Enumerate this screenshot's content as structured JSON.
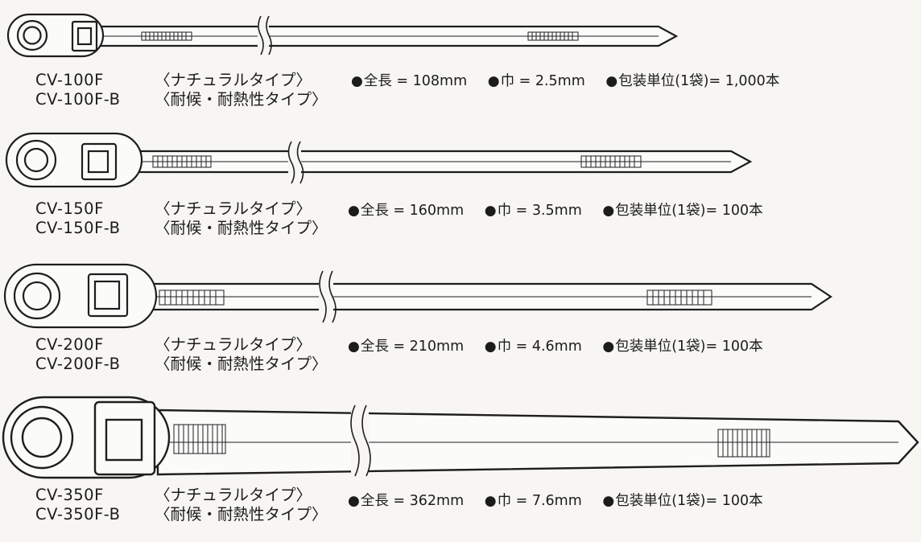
{
  "products": [
    {
      "model": "CV-100F",
      "type": "〈ナチュラルタイプ〉",
      "model_b": "CV-100F-B",
      "type_b": "〈耐候・耐熱性タイプ〉",
      "specs": [
        {
          "bullet": "●",
          "text": "全長 = 108mm"
        },
        {
          "bullet": "●",
          "text": "巾 = 2.5mm"
        },
        {
          "bullet": "●",
          "text": "包装単位(1袋)= 1,000本"
        }
      ]
    },
    {
      "model": "CV-150F",
      "type": "〈ナチュラルタイプ〉",
      "model_b": "CV-150F-B",
      "type_b": "〈耐候・耐熱性タイプ〉",
      "specs": [
        {
          "bullet": "●",
          "text": "全長 = 160mm"
        },
        {
          "bullet": "●",
          "text": "巾 = 3.5mm"
        },
        {
          "bullet": "●",
          "text": "包装単位(1袋)= 100本"
        }
      ]
    },
    {
      "model": "CV-200F",
      "type": "〈ナチュラルタイプ〉",
      "model_b": "CV-200F-B",
      "type_b": "〈耐候・耐熱性タイプ〉",
      "specs": [
        {
          "bullet": "●",
          "text": "全長 = 210mm"
        },
        {
          "bullet": "●",
          "text": "巾 = 4.6mm"
        },
        {
          "bullet": "●",
          "text": "包装単位(1袋)= 100本"
        }
      ]
    },
    {
      "model": "CV-350F",
      "type": "〈ナチュラルタイプ〉",
      "model_b": "CV-350F-B",
      "type_b": "〈耐候・耐熱性タイプ〉",
      "specs": [
        {
          "bullet": "●",
          "text": "全長 = 362mm"
        },
        {
          "bullet": "●",
          "text": "巾 = 7.6mm"
        },
        {
          "bullet": "●",
          "text": "包装単位(1袋)= 100本"
        }
      ]
    }
  ]
}
